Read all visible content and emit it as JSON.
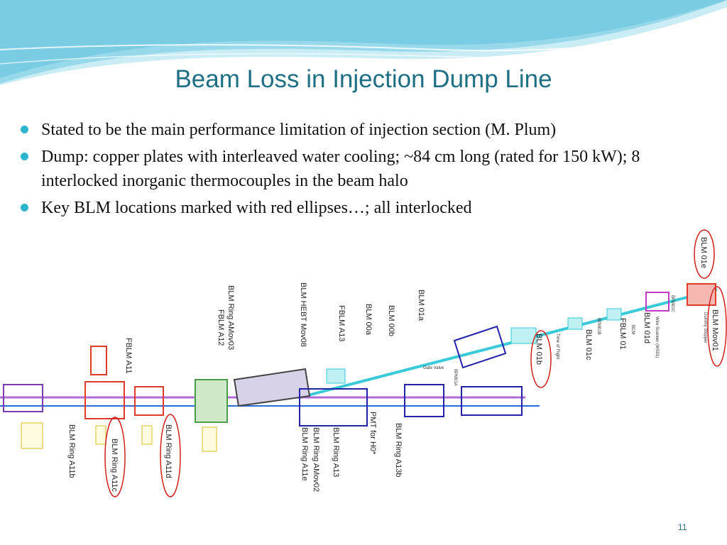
{
  "slide": {
    "title": "Beam Loss in Injection Dump Line",
    "bullets": [
      "Stated to be the main performance limitation of injection section (M. Plum)",
      "Dump: copper plates with interleaved water cooling; ~84 cm long (rated for 150 kW); 8 interlocked inorganic thermocouples in the beam halo",
      "Key BLM locations marked with red ellipses…; all interlocked"
    ],
    "page_number": "11"
  },
  "diagram": {
    "labels_top": [
      "FBLM A11",
      "BLM Ring AMov03",
      "FBLM A12",
      "BLM HEBT Mov08",
      "FBLM A13",
      "BLM 00a",
      "BLM 00b",
      "BLM 01a",
      "BLM 01b",
      "BLM 01c",
      "FBLM 01",
      "BLM 01d",
      "BLM 01e",
      "BLM Mov01"
    ],
    "labels_bottom": [
      "BLM Ring A11b",
      "BLM Ring A11c",
      "BLM Ring A11d",
      "BLM Ring AMov02",
      "BLM Ring A11e",
      "BLM Ring A13",
      "PMT for H0*",
      "BLM Ring A13b"
    ],
    "small_labels": [
      "Gate Valve",
      "Time of Flight",
      "Wire Scanner (WS01)",
      "Dummy Stopper",
      "BPM01A",
      "BPM01B",
      "BPM01C",
      "BCM"
    ],
    "colors": {
      "ellipse": "#d0201c",
      "beamline": "#2d6cd8",
      "cyan": "#39c9d9",
      "dump": "#e03a2a",
      "magnet": "#2222aa"
    }
  }
}
